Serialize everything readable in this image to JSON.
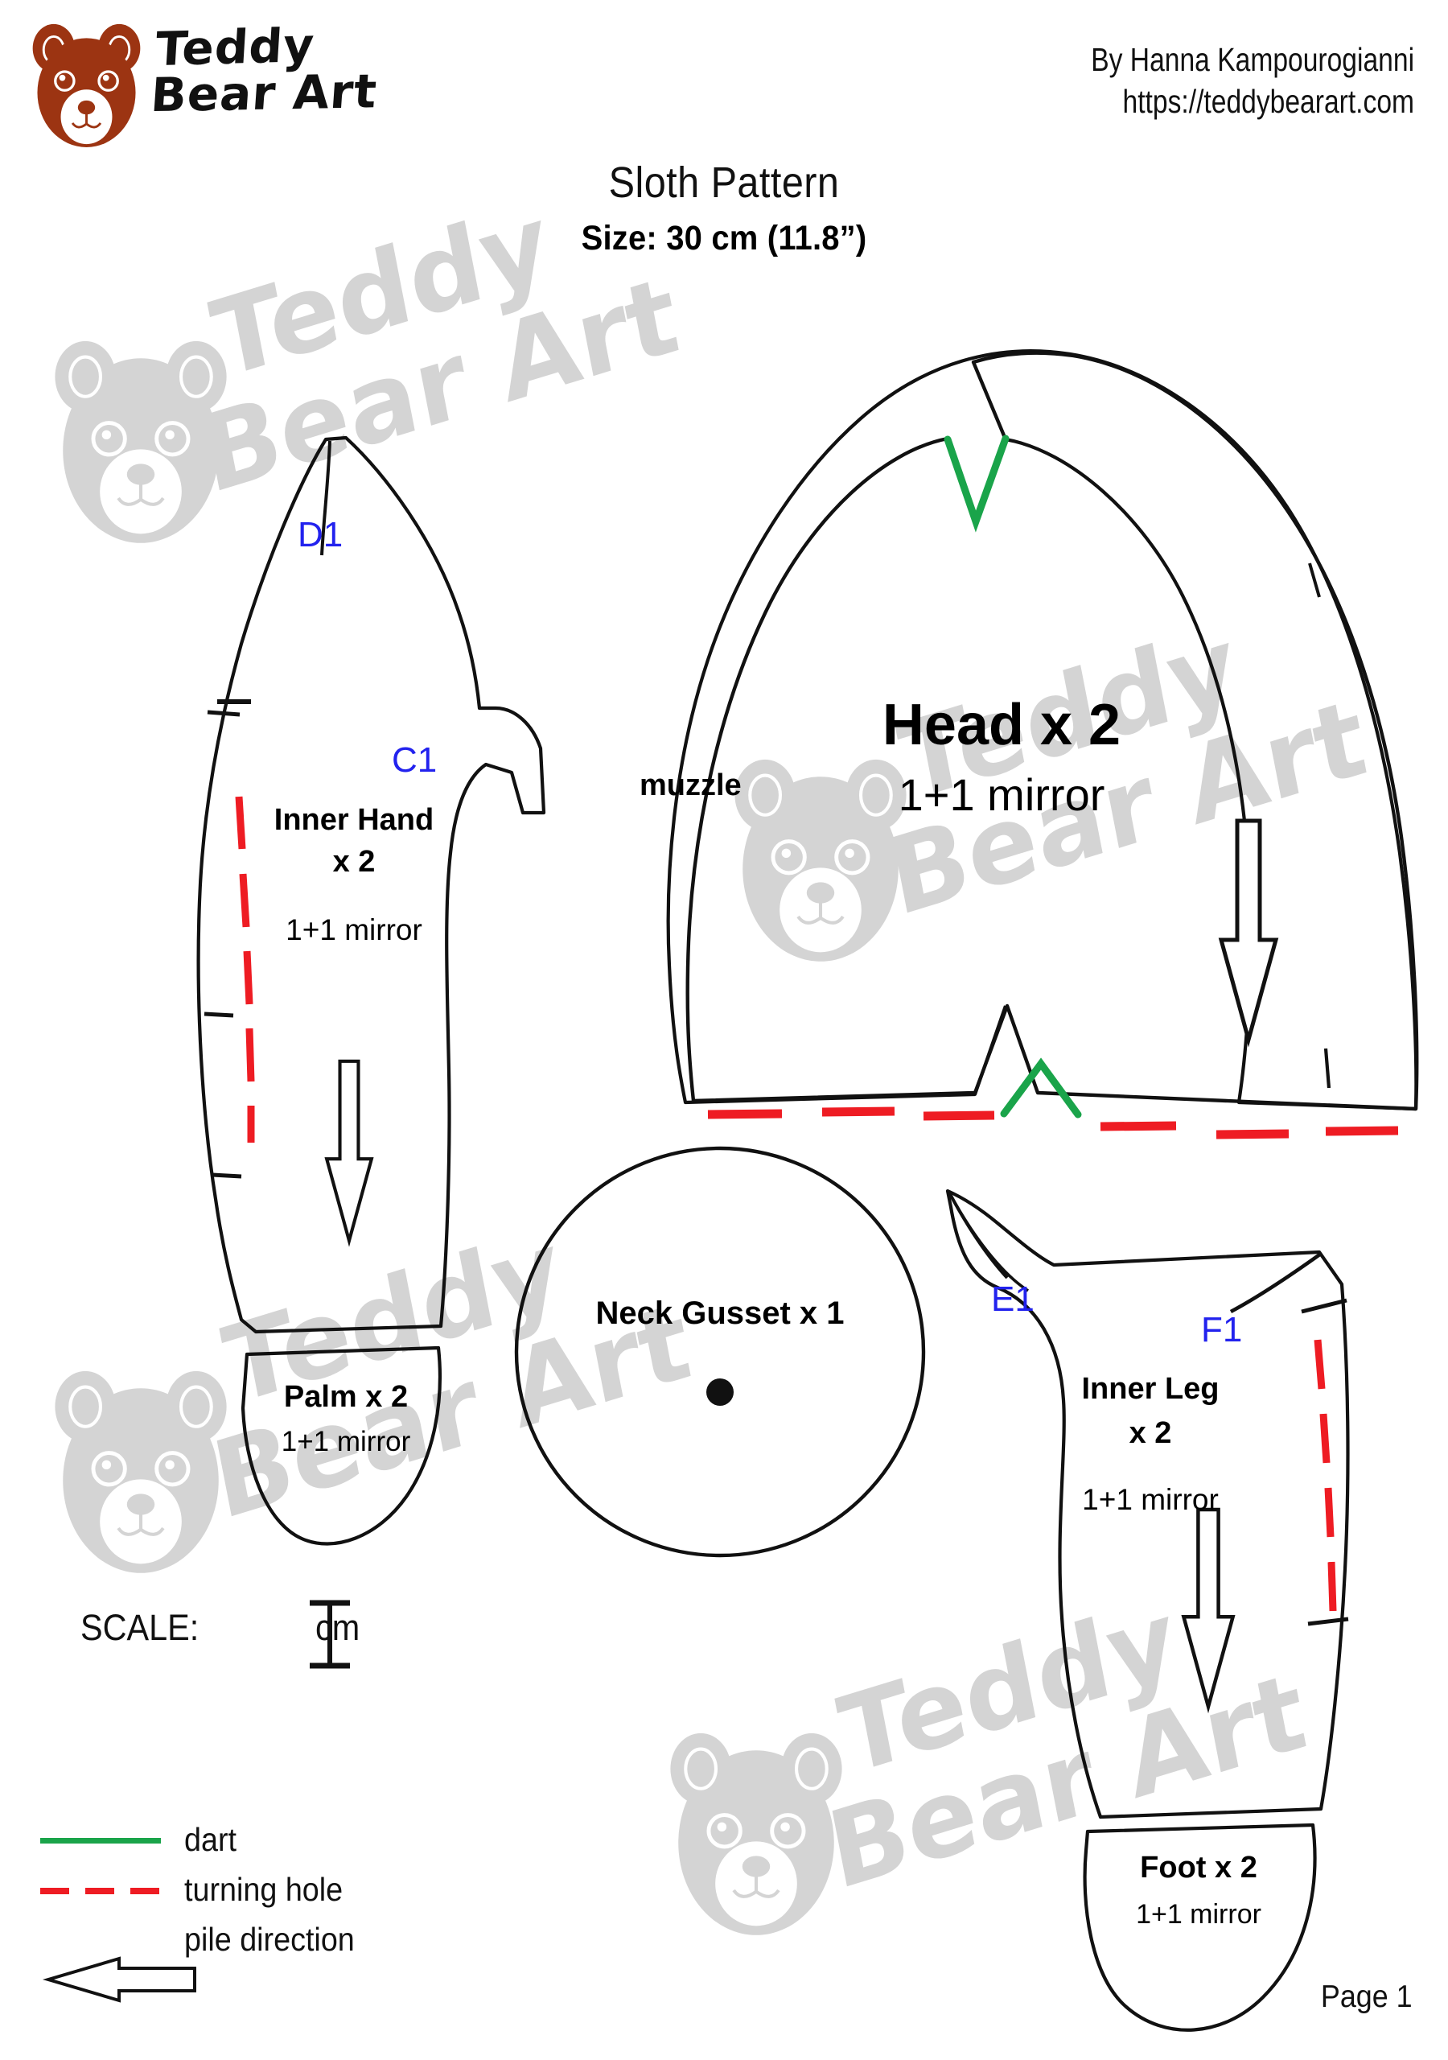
{
  "brand": {
    "logo_icon": "bear-head-logo",
    "wordmark_line1": "Teddy",
    "wordmark_line2": "Bear Art",
    "watermark_text_line1": "Teddy",
    "watermark_text_line2": "Bear Art"
  },
  "header": {
    "author": "By Hanna Kampourogianni",
    "website": "https://teddybearart.com"
  },
  "title": {
    "pattern_name": "Sloth Pattern",
    "size": "Size: 30 cm (11.8”)"
  },
  "pieces": {
    "inner_hand": {
      "name": "Inner Hand",
      "quantity": "x 2",
      "mirror": "1+1 mirror",
      "marks": [
        "D1",
        "C1"
      ]
    },
    "palm": {
      "name": "Palm x 2",
      "mirror": "1+1 mirror"
    },
    "head": {
      "name": "Head x 2",
      "mirror": "1+1 mirror",
      "muzzle_label": "muzzle"
    },
    "neck_gusset": {
      "name": "Neck Gusset x 1"
    },
    "inner_leg": {
      "name": "Inner  Leg",
      "quantity": "x 2",
      "mirror": "1+1 mirror",
      "marks": [
        "E1",
        "F1"
      ]
    },
    "foot": {
      "name": "Foot x 2",
      "mirror": "1+1 mirror"
    }
  },
  "scale": {
    "label": "SCALE:",
    "unit": "cm"
  },
  "legend": {
    "items": [
      {
        "label": "dart",
        "swatch": "green-solid-line"
      },
      {
        "label": "turning hole",
        "swatch": "red-dashed-line"
      },
      {
        "label": "pile direction",
        "swatch": "hollow-left-arrow"
      }
    ]
  },
  "footer": {
    "page": "Page 1"
  },
  "colors": {
    "dart": "#1aa44a",
    "turning_hole": "#ee1c23",
    "mark_label": "#2222ee",
    "logo_brown": "#9c3412",
    "watermark_gray": "#d4d4d4",
    "outline": "#111111"
  }
}
